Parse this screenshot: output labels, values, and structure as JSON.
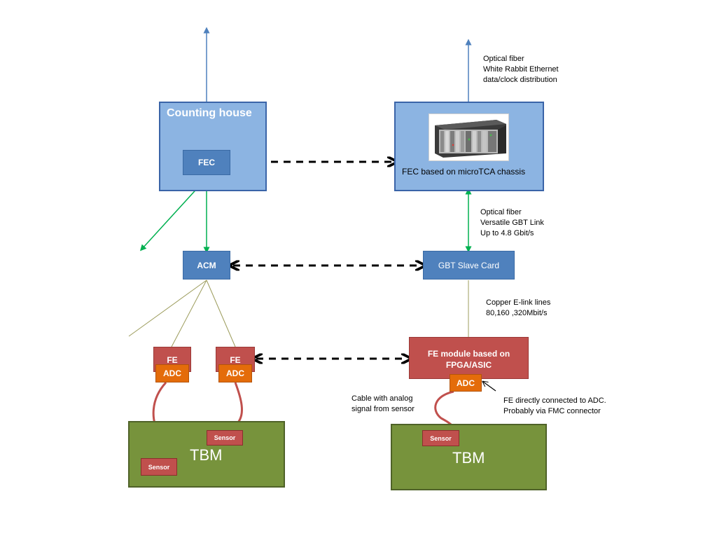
{
  "left": {
    "counting_house_label": "Counting house",
    "fec_label": "FEC",
    "acm_label": "ACM",
    "fe_labels": [
      "FE",
      "FE"
    ],
    "adc_labels": [
      "ADC",
      "ADC"
    ],
    "sensor_labels": [
      "Sensor",
      "Sensor"
    ],
    "tbm_label": "TBM"
  },
  "right": {
    "optical_top_note": [
      "Optical fiber",
      "White Rabbit Ethernet",
      "data/clock distribution"
    ],
    "chassis_label": "FEC based on microTCA chassis",
    "optical_mid_note": [
      "Optical fiber",
      "Versatile GBT Link",
      "Up to 4.8 Gbit/s"
    ],
    "gbt_label": "GBT Slave Card",
    "copper_note": [
      "Copper E-link lines",
      "80,160 ,320Mbit/s"
    ],
    "fe_module_label": [
      "FE module based on",
      "FPGA/ASIC"
    ],
    "adc_label": "ADC",
    "cable_note": [
      "Cable with analog",
      "signal from sensor"
    ],
    "adc_note": [
      "FE directly connected to ADC.",
      "Probably via FMC connector"
    ],
    "sensor_label": "Sensor",
    "tbm_label": "TBM"
  },
  "colors": {
    "box_blue_light": "#8cb4e2",
    "box_blue": "#4f81bd",
    "fe_red": "#c0504d",
    "adc_orange": "#e46c0a",
    "tbm_green": "#77933c",
    "arrow_blue": "#4f81bd",
    "arrow_green": "#00b050",
    "cable_red": "#c0504d",
    "line_olive": "#9c9c5c"
  }
}
